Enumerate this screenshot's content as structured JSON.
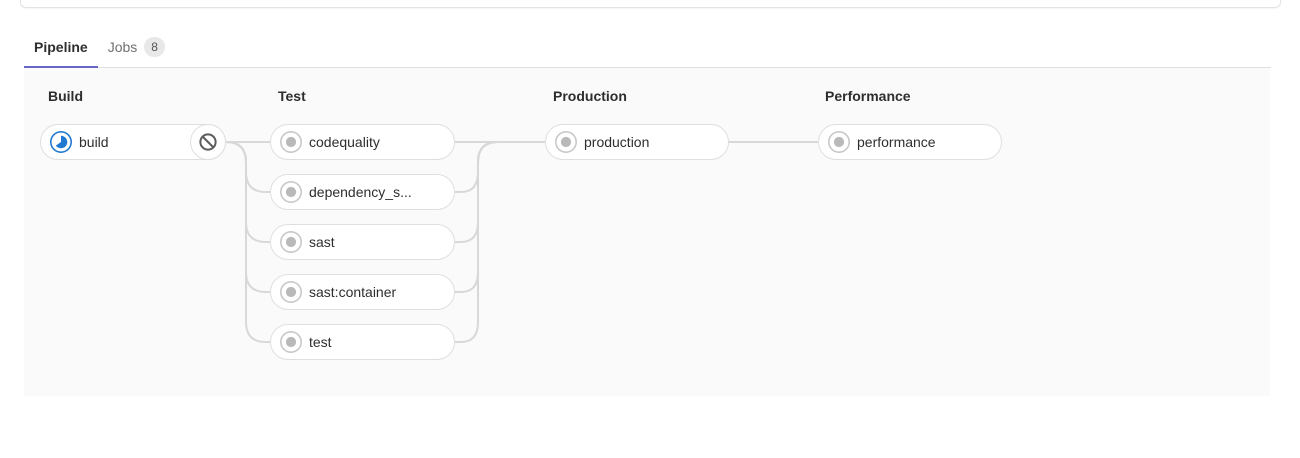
{
  "tabs": {
    "pipeline": {
      "label": "Pipeline"
    },
    "jobs": {
      "label": "Jobs",
      "badge": "8"
    }
  },
  "stages": [
    {
      "name": "Build",
      "jobs": [
        {
          "label": "build",
          "status": "running",
          "action": "cancel"
        }
      ]
    },
    {
      "name": "Test",
      "jobs": [
        {
          "label": "codequality",
          "status": "created"
        },
        {
          "label": "dependency_s...",
          "status": "created"
        },
        {
          "label": "sast",
          "status": "created"
        },
        {
          "label": "sast:container",
          "status": "created"
        },
        {
          "label": "test",
          "status": "created"
        }
      ]
    },
    {
      "name": "Production",
      "jobs": [
        {
          "label": "production",
          "status": "created"
        }
      ]
    },
    {
      "name": "Performance",
      "jobs": [
        {
          "label": "performance",
          "status": "created"
        }
      ]
    }
  ],
  "icons": {
    "running": "status-running-icon",
    "created": "status-created-icon",
    "cancel": "cancel-ban-icon"
  },
  "colors": {
    "active_tab_underline": "#6666c4",
    "running_blue": "#1f78d1",
    "created_gray_ring": "#c7c7c7",
    "created_gray_dot": "#b9b9b9",
    "pill_border": "#dfdfdf",
    "connector": "#d8d8d8",
    "graph_background": "#fafafa",
    "inactive_tab_text": "#707070",
    "badge_background": "#e8e8e8"
  }
}
